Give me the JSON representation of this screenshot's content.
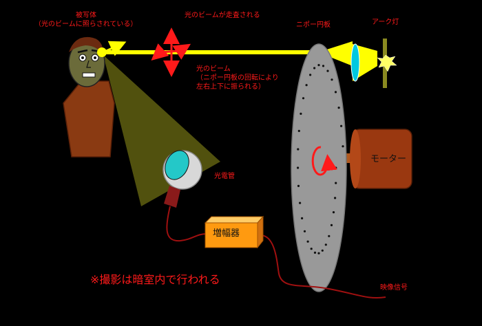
{
  "labels": {
    "subject": "被写体",
    "subject_note": "（光のビームに照らされている）",
    "beam_scanned": "光のビームが走査される",
    "nipkow_disk": "ニポー円板",
    "arc_lamp": "アーク灯",
    "beam": "光のビーム",
    "beam_note_1": "（ニポー円板の回転により",
    "beam_note_2": "左右上下に振られる）",
    "photocell": "光電管",
    "motor": "モーター",
    "amplifier": "増幅器",
    "video_signal": "映像信号",
    "darkroom_note": "※撮影は暗室内で行われる"
  },
  "colors": {
    "label_text": "#ff1a1a",
    "beam": "#ffff00",
    "disk": "#999999",
    "motor": "#9a3810",
    "amplifier": "#ff9a10",
    "photocell_window": "#24c8c8"
  }
}
